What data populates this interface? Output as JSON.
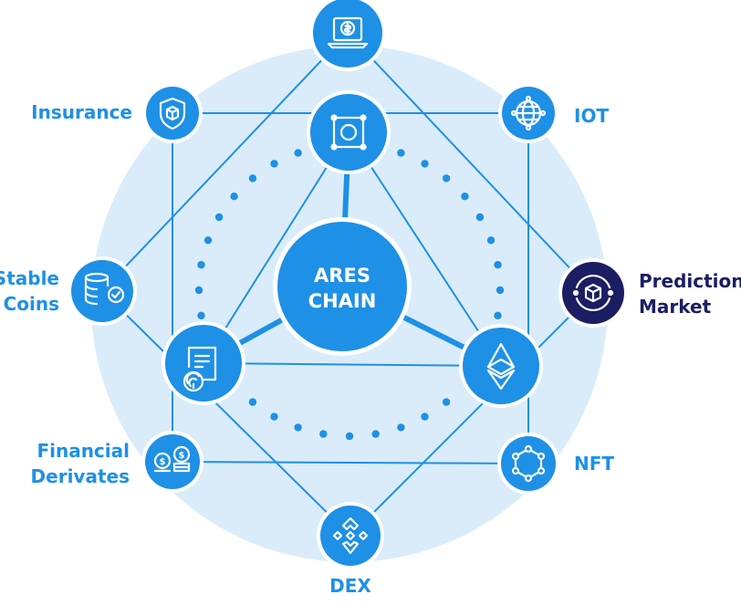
{
  "colors": {
    "primary": "#1e90e6",
    "dark": "#1b1e63",
    "halo": "#daecfa",
    "edge": "#1e90e6",
    "dots": "#1e90e6"
  },
  "center": {
    "line1": "ARES",
    "line2": "CHAIN"
  },
  "nodes": [
    {
      "id": "top",
      "icon": "dollar-laptop-icon",
      "label": []
    },
    {
      "id": "insurance",
      "icon": "shield-cube-icon",
      "label": [
        "Insurance"
      ]
    },
    {
      "id": "iot",
      "icon": "globe-icon",
      "label": [
        "IOT"
      ]
    },
    {
      "id": "stable-coins",
      "icon": "database-check-icon",
      "label": [
        "Stable",
        "Coins"
      ]
    },
    {
      "id": "prediction-market",
      "icon": "cube-orbit-icon",
      "label": [
        "Prediction",
        "Market"
      ]
    },
    {
      "id": "financial-derivates",
      "icon": "coins-icon",
      "label": [
        "Financial",
        "Derivates"
      ]
    },
    {
      "id": "nft",
      "icon": "hexagon-nodes-icon",
      "label": [
        "NFT"
      ]
    },
    {
      "id": "dex",
      "icon": "binance-icon",
      "label": [
        "DEX"
      ]
    },
    {
      "id": "chip",
      "icon": "chip-icon",
      "label": []
    },
    {
      "id": "document",
      "icon": "document-fingerprint-icon",
      "label": []
    },
    {
      "id": "ethereum",
      "icon": "ethereum-icon",
      "label": []
    }
  ]
}
